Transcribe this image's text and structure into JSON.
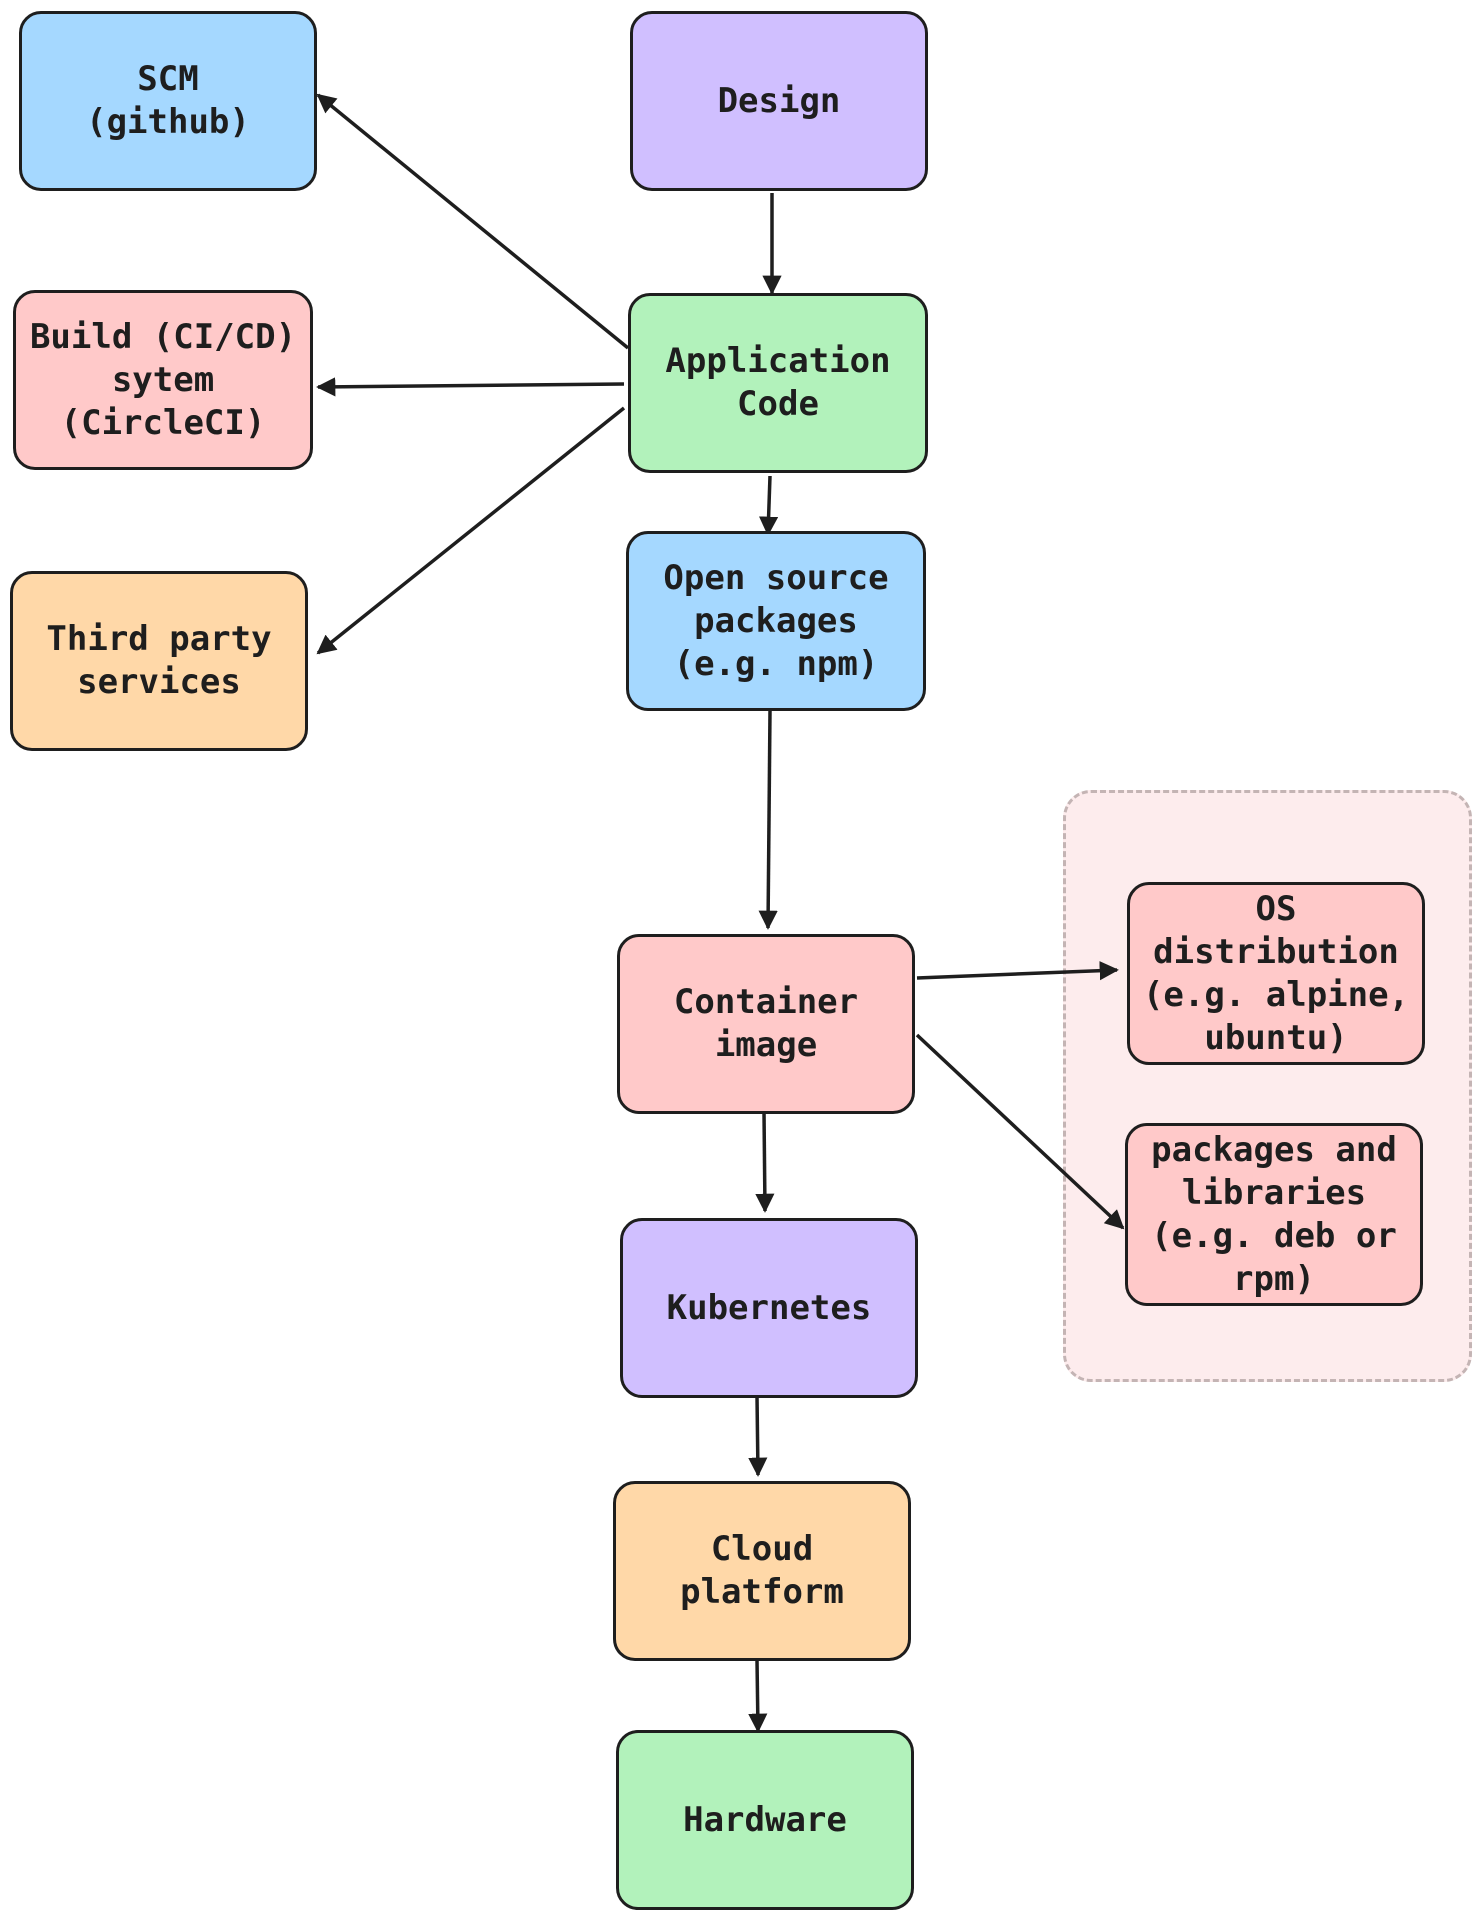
{
  "diagram": {
    "nodes": [
      {
        "id": "scm",
        "label": "SCM\n(github)",
        "color": "blue"
      },
      {
        "id": "design",
        "label": "Design",
        "color": "purple"
      },
      {
        "id": "build",
        "label": "Build (CI/CD)\nsytem\n(CircleCI)",
        "color": "red"
      },
      {
        "id": "app_code",
        "label": "Application\nCode",
        "color": "green"
      },
      {
        "id": "third_party",
        "label": "Third party\nservices",
        "color": "orange"
      },
      {
        "id": "open_source",
        "label": "Open source\npackages\n(e.g. npm)",
        "color": "blue"
      },
      {
        "id": "os_dist",
        "label": "OS\ndistribution\n(e.g. alpine,\nubuntu)",
        "color": "red"
      },
      {
        "id": "container",
        "label": "Container\nimage",
        "color": "red"
      },
      {
        "id": "packages_libs",
        "label": "packages and\nlibraries\n(e.g. deb or\nrpm)",
        "color": "red"
      },
      {
        "id": "kubernetes",
        "label": "Kubernetes",
        "color": "purple"
      },
      {
        "id": "cloud",
        "label": "Cloud\nplatform",
        "color": "orange"
      },
      {
        "id": "hardware",
        "label": "Hardware",
        "color": "green"
      }
    ],
    "edges": [
      {
        "from": "design",
        "to": "app_code"
      },
      {
        "from": "app_code",
        "to": "scm"
      },
      {
        "from": "app_code",
        "to": "build"
      },
      {
        "from": "app_code",
        "to": "third_party"
      },
      {
        "from": "app_code",
        "to": "open_source"
      },
      {
        "from": "open_source",
        "to": "container"
      },
      {
        "from": "container",
        "to": "os_dist"
      },
      {
        "from": "container",
        "to": "packages_libs"
      },
      {
        "from": "container",
        "to": "kubernetes"
      },
      {
        "from": "kubernetes",
        "to": "cloud"
      },
      {
        "from": "cloud",
        "to": "hardware"
      }
    ],
    "groups": [
      {
        "id": "container-contents",
        "members": [
          "os_dist",
          "packages_libs"
        ]
      }
    ],
    "colors": {
      "blue": "#a5d8ff",
      "purple": "#d0bfff",
      "green": "#b2f2bb",
      "red": "#ffc9c9",
      "orange": "#ffd8a8",
      "stroke": "#1e1e1e",
      "group_fill": "#fdeced",
      "group_stroke": "#c4b4b4"
    }
  }
}
